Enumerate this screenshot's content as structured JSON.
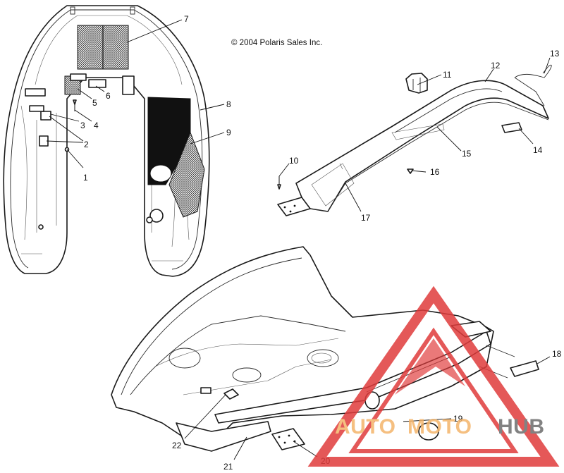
{
  "copyright": "© 2004 Polaris Sales Inc.",
  "callouts": [
    "1",
    "2",
    "3",
    "4",
    "5",
    "6",
    "7",
    "8",
    "9",
    "10",
    "11",
    "12",
    "13",
    "14",
    "15",
    "16",
    "17",
    "18",
    "19",
    "20",
    "21",
    "22"
  ],
  "watermark": {
    "part1": "AUTO",
    "part2": "MOTO",
    "part3": "HUB",
    "colors": {
      "triangle": "#e03b3b",
      "auto": "#f4b46a",
      "moto": "#f4b46a",
      "hub": "#6d6d6d"
    }
  }
}
